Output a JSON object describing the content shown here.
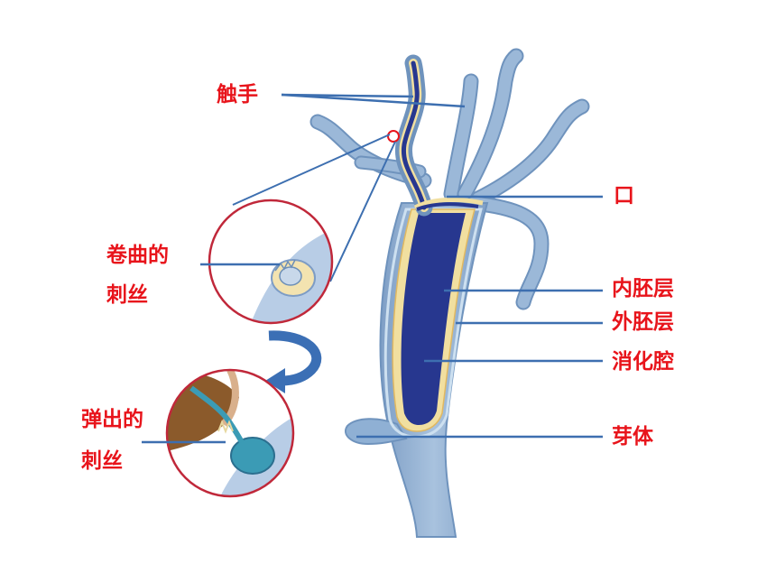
{
  "labels": {
    "tentacle": "触手",
    "mouth": "口",
    "coiled_nematocyst_line1": "卷曲的",
    "coiled_nematocyst_line2": "刺丝",
    "endoderm": "内胚层",
    "ectoderm": "外胚层",
    "gastrovascular_cavity": "消化腔",
    "discharged_nematocyst_line1": "弹出的",
    "discharged_nematocyst_line2": "刺丝",
    "bud": "芽体"
  },
  "colors": {
    "label_text": "#e8141b",
    "leader_line": "#3d6fb0",
    "body_fill": "#8fb0d4",
    "body_edge": "#6f93bd",
    "cavity": "#27378f",
    "endoderm_band": "#f1dfa0",
    "inset_ring": "#c0283a",
    "arrow": "#3b6fb5"
  },
  "icons": {
    "rotation_arrow": "curved-arrow-icon"
  }
}
